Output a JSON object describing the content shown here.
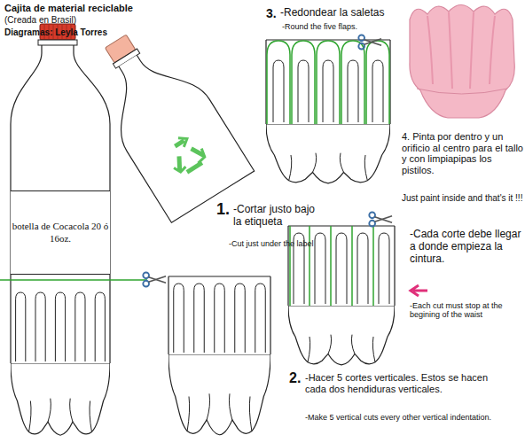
{
  "diagram": {
    "title": "Cajita de material reciclable",
    "nodes": [
      {
        "text": [
          "botella de Cocacola 20 ó 16oz."
        ]
      }
    ],
    "labels": [
      "(Creada en Brasil)",
      "Diagramas: Leyla Torres",
      "3.",
      "-Redondear la saletas",
      "-Round the five flaps.",
      "1.",
      "-Cortar justo bajo la etiqueta",
      "-Cut just under the label",
      "4. Pinta por dentro y un orificio al centro para el tallo y con limpiapipas los pistilos.",
      "Just paint inside and that's it !!!",
      "-Cada corte debe llegar a donde empieza la cintura.",
      "-Each cut must stop at the begining of the waist",
      "2.",
      "-Hacer 5 cortes verticales. Estos se hacen cada dos hendiduras verticales.",
      "-Make 5 vertical cuts every other vertical indentation."
    ]
  }
}
